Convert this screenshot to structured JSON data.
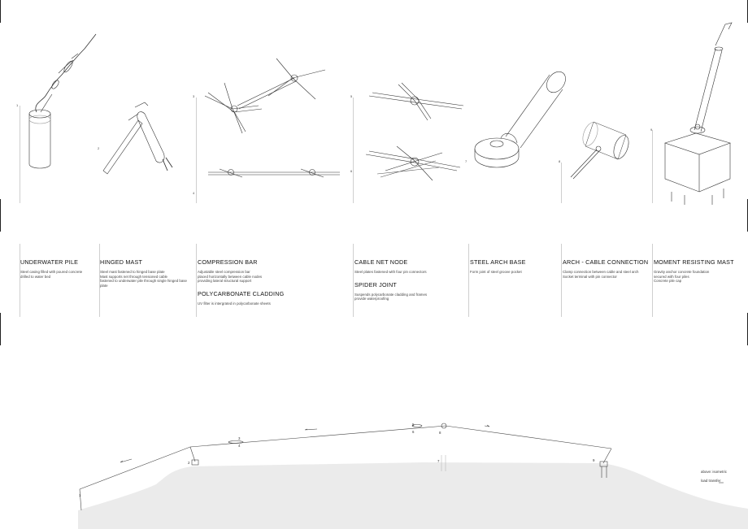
{
  "components": [
    {
      "num": "1",
      "title": "UNDERWATER PILE",
      "desc": "Steel casing filled with poured concrete\ndrilled to water bed"
    },
    {
      "num": "2",
      "title": "HINGED MAST",
      "desc": "Steel mast fastened to hinged base plate\nMast supports net through tensioned cable\nfastened to underwater pile through single hinged base plate"
    },
    {
      "num": "3",
      "num2": "4",
      "title": "COMPRESSION BAR",
      "desc": "Adjustable steel compression bar\nplaced horizontally between cable nodes\nproviding lateral structural support",
      "title2": "POLYCARBONATE CLADDING",
      "desc2": "UV filter is intergrated in polycarbonate sheets"
    },
    {
      "num": "5",
      "num2": "6",
      "title": "CABLE NET NODE",
      "desc": "Steel plates fastened with four pin connectors",
      "title2": "SPIDER JOINT",
      "desc2": "Suspends polycarbonate cladding and frames\nprovide waterproofing"
    },
    {
      "num": "7",
      "title": "STEEL ARCH BASE",
      "desc": "Form joint of steel groove pocket"
    },
    {
      "num": "8",
      "title": "ARCH - CABLE CONNECTION",
      "desc": "Clamp connection between cable and steel arch\nSocket terminal with pin connector"
    },
    {
      "num": "9",
      "title": "MOMENT RESISTING MAST",
      "desc": "Gravity anchor concrete foundation\nsecured with four piles\nConcrete pile cap"
    }
  ],
  "section_labels": [
    "1",
    "2",
    "3",
    "4",
    "5",
    "6",
    "7",
    "8",
    "9"
  ],
  "legend": {
    "line1": "above: isometric",
    "line2": "load transfer"
  }
}
